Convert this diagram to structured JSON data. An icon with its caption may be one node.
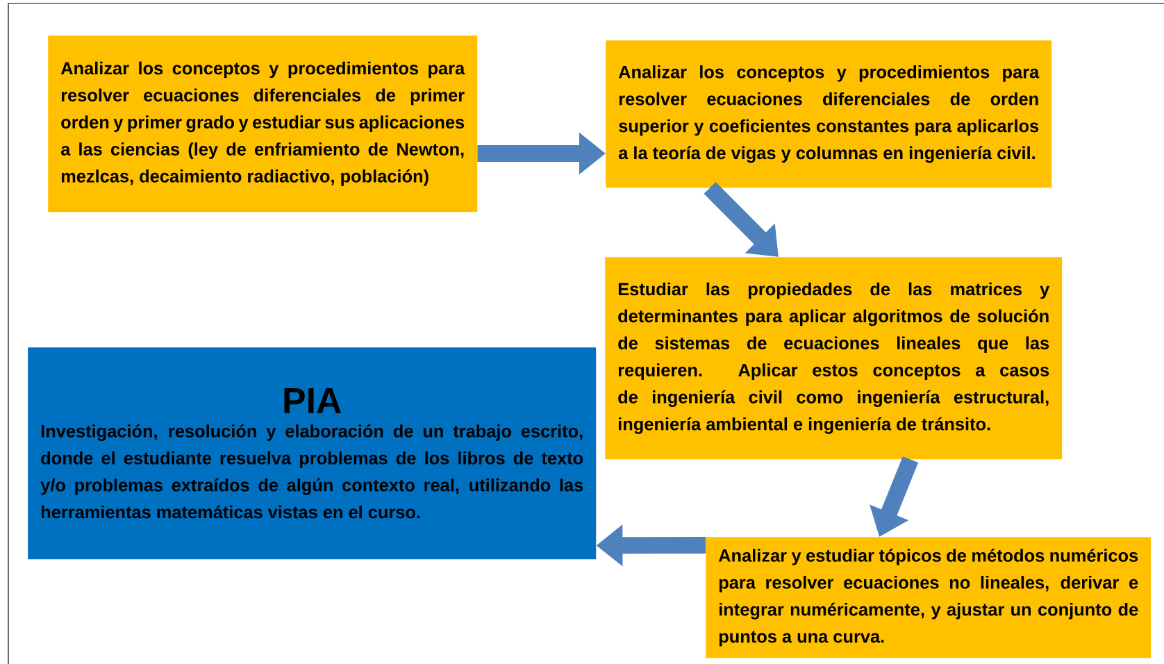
{
  "diagram": {
    "nodes": [
      {
        "text": [
          "Analizar los conceptos y procedimientos para resolver ecuaciones diferenciales de primer orden y primer grado y estudiar sus aplicaciones a las ciencias (ley de enfriamiento de Newton, mezlcas, decaimiento radiactivo, población)"
        ]
      },
      {
        "text": [
          "Analizar los conceptos y procedimientos para resolver ecuaciones diferenciales de orden superior y coeficientes constantes para aplicarlos a la teoría de vigas y columnas en ingeniería civil."
        ]
      },
      {
        "text": [
          "Estudiar las propiedades de las matrices y determinantes para aplicar algoritmos de solución de sistemas de ecuaciones lineales que las requieren. Aplicar estos conceptos a casos de ingeniería civil como ingeniería estructural, ingeniería ambiental e ingeniería de tránsito."
        ]
      },
      {
        "text": [
          "PIA",
          "Investigación, resolución y elaboración de un trabajo escrito, donde el estudiante resuelva problemas de los libros de texto y/o problemas extraídos de algún contexto real, utilizando las herramientas matemáticas vistas en el curso."
        ]
      },
      {
        "text": [
          "Analizar y estudiar tópicos de métodos numéricos para resolver ecuaciones no lineales, derivar e integrar numéricamente, y ajustar un conjunto de puntos a una curva."
        ]
      }
    ],
    "edges": [
      {
        "from": 0,
        "to": 1,
        "arrow": "to"
      },
      {
        "from": 1,
        "to": 2,
        "arrow": "to"
      },
      {
        "from": 2,
        "to": 4,
        "arrow": "to"
      },
      {
        "from": 4,
        "to": 3,
        "arrow": "to"
      }
    ]
  }
}
